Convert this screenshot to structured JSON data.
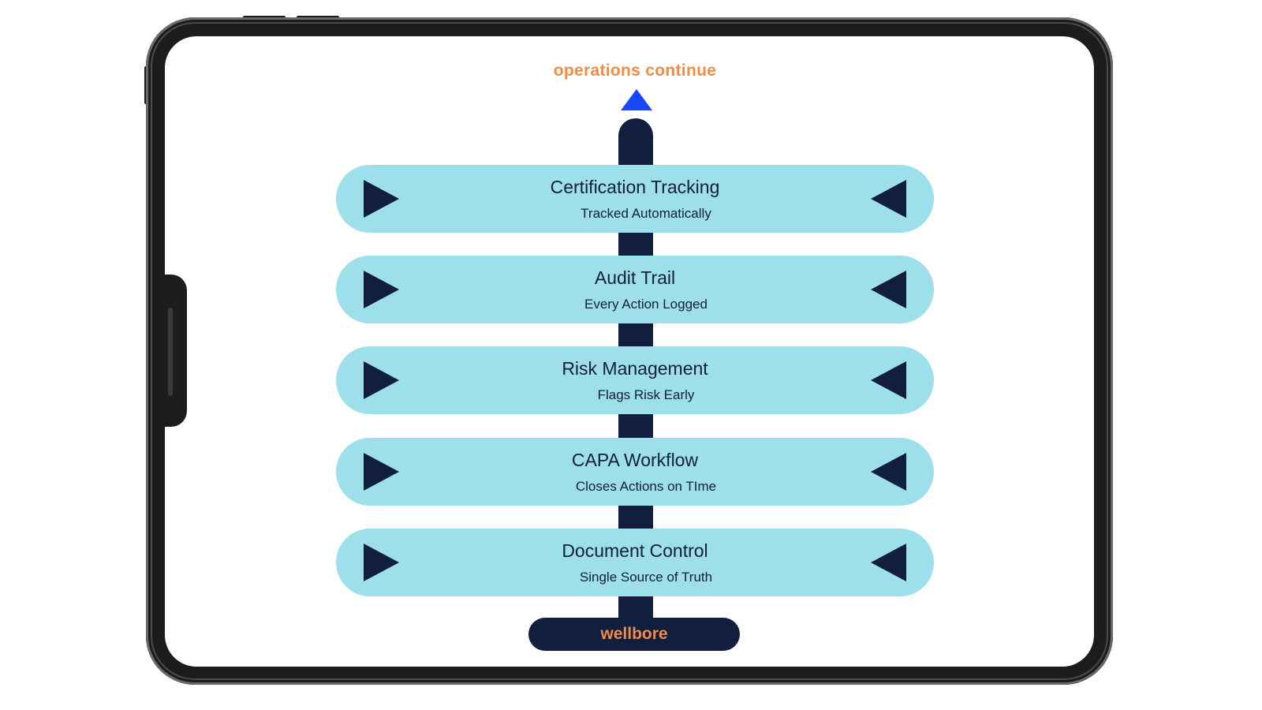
{
  "diagram": {
    "top_label": "operations continue",
    "base_label": "wellbore",
    "stages": [
      {
        "title": "Certification Tracking",
        "subtitle": "Tracked Automatically"
      },
      {
        "title": "Audit Trail",
        "subtitle": "Every Action Logged"
      },
      {
        "title": "Risk Management",
        "subtitle": "Flags Risk Early"
      },
      {
        "title": "CAPA Workflow",
        "subtitle": "Closes Actions on TIme"
      },
      {
        "title": "Document Control",
        "subtitle": "Single Source of Truth"
      }
    ],
    "colors": {
      "band": "#9ddfeb",
      "pipe": "#111e3d",
      "label_accent": "#f28c45",
      "arrow": "#1846ff"
    }
  }
}
